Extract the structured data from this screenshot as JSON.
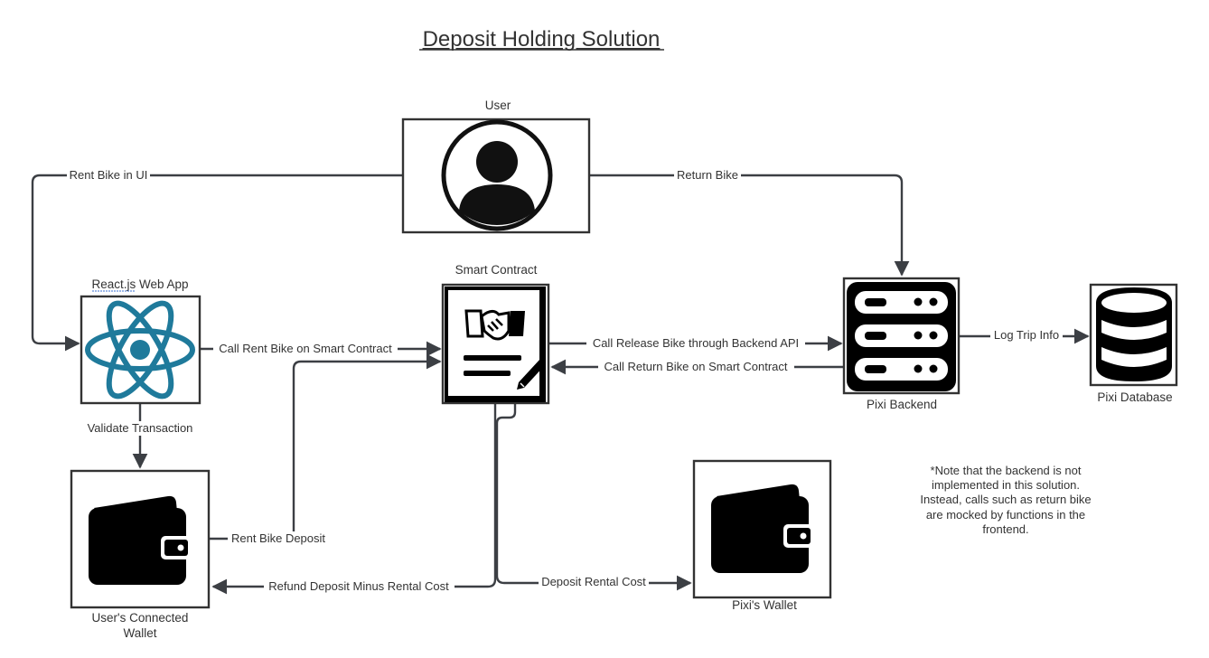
{
  "title": "Deposit Holding Solution",
  "nodes": {
    "user": "User",
    "react_app": [
      "React.js",
      "Web App"
    ],
    "smart_contract": "Smart Contract",
    "backend": "Pixi Backend",
    "database": "Pixi Database",
    "user_wallet": [
      "User's Connected",
      "Wallet"
    ],
    "pixi_wallet": "Pixi's Wallet"
  },
  "edges": {
    "rent_ui": "Rent Bike in UI",
    "return_bike": "Return Bike",
    "call_rent": "Call Rent Bike on Smart Contract",
    "call_release": "Call Release Bike through Backend API",
    "call_return": "Call Return Bike on Smart Contract",
    "log_trip": "Log Trip Info",
    "validate": "Validate Transaction",
    "rent_deposit": "Rent Bike Deposit",
    "refund": "Refund Deposit Minus Rental Cost",
    "deposit_rental": "Deposit Rental Cost"
  },
  "note": [
    "*Note that the backend is not",
    "implemented in this solution.",
    "Instead, calls such as return bike",
    "are mocked by functions in the",
    "frontend."
  ],
  "icons": {
    "user": "user-avatar-icon",
    "react": "react-logo-icon",
    "contract": "contract-handshake-icon",
    "backend": "server-rack-icon",
    "database": "database-icon",
    "wallet": "wallet-icon"
  },
  "colors": {
    "react": "#1f7a9b",
    "stroke": "#333333",
    "icon": "#000000"
  }
}
